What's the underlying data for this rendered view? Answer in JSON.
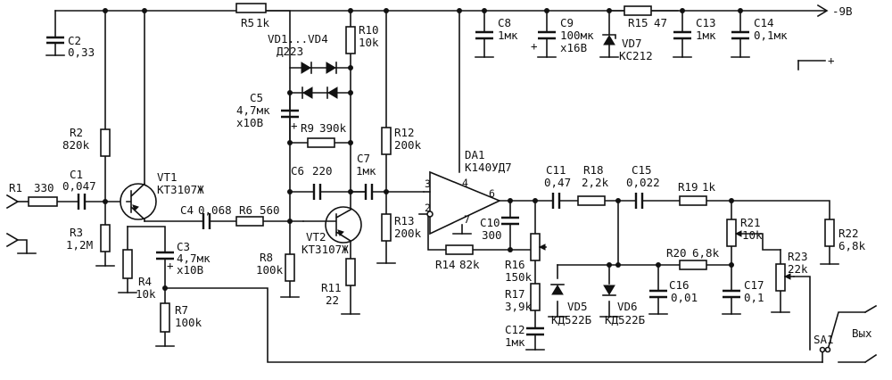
{
  "supply": {
    "label": "-9В"
  },
  "output": {
    "label": "Вых"
  },
  "plus_mark": "+",
  "components": {
    "R1": {
      "name": "R1",
      "value": "330"
    },
    "R2": {
      "name": "R2",
      "value": "820k"
    },
    "R3": {
      "name": "R3",
      "value": "1,2М"
    },
    "R4": {
      "name": "R4",
      "value": "10k"
    },
    "R5": {
      "name": "R5",
      "value": "1k"
    },
    "R6": {
      "name": "R6",
      "value": "560"
    },
    "R7": {
      "name": "R7",
      "value": "100k"
    },
    "R8": {
      "name": "R8",
      "value": "100k"
    },
    "R9": {
      "name": "R9",
      "value": "390k"
    },
    "R10": {
      "name": "R10",
      "value": "10k"
    },
    "R11": {
      "name": "R11",
      "value": "22"
    },
    "R12": {
      "name": "R12",
      "value": "200k"
    },
    "R13": {
      "name": "R13",
      "value": "200k"
    },
    "R14": {
      "name": "R14",
      "value": "82k"
    },
    "R15": {
      "name": "R15",
      "value": "47"
    },
    "R16": {
      "name": "R16",
      "value": "150k"
    },
    "R17": {
      "name": "R17",
      "value": "3,9k"
    },
    "R18": {
      "name": "R18",
      "value": "2,2k"
    },
    "R19": {
      "name": "R19",
      "value": "1k"
    },
    "R20": {
      "name": "R20",
      "value": "6,8k"
    },
    "R21": {
      "name": "R21",
      "value": "10k"
    },
    "R22": {
      "name": "R22",
      "value": "6,8k"
    },
    "R23": {
      "name": "R23",
      "value": "22k"
    },
    "C1": {
      "name": "C1",
      "value": "0,047"
    },
    "C2": {
      "name": "C2",
      "value": "0,33"
    },
    "C3": {
      "name": "C3",
      "value": "4,7мк",
      "extra": "х10В"
    },
    "C4": {
      "name": "C4",
      "value": "0,068"
    },
    "C5": {
      "name": "C5",
      "value": "4,7мк",
      "extra": "х10В"
    },
    "C6": {
      "name": "C6",
      "value": "220"
    },
    "C7": {
      "name": "C7",
      "value": "1мк"
    },
    "C8": {
      "name": "C8",
      "value": "1мк"
    },
    "C9": {
      "name": "C9",
      "value": "100мк",
      "extra": "х16В"
    },
    "C10": {
      "name": "C10",
      "value": "300"
    },
    "C11": {
      "name": "C11",
      "value": "0,47"
    },
    "C12": {
      "name": "C12",
      "value": "1мк"
    },
    "C13": {
      "name": "C13",
      "value": "1мк"
    },
    "C14": {
      "name": "C14",
      "value": "0,1мк"
    },
    "C15": {
      "name": "C15",
      "value": "0,022"
    },
    "C16": {
      "name": "C16",
      "value": "0,01"
    },
    "C17": {
      "name": "C17",
      "value": "0,1"
    },
    "VT1": {
      "name": "VT1",
      "value": "КТ3107Ж"
    },
    "VT2": {
      "name": "VT2",
      "value": "КТ3107Ж"
    },
    "VD1_4": {
      "name": "VD1...VD4",
      "value": "Д223"
    },
    "VD5": {
      "name": "VD5",
      "value": "КД522Б"
    },
    "VD6": {
      "name": "VD6",
      "value": "КД522Б"
    },
    "VD7": {
      "name": "VD7",
      "value": "КС212"
    },
    "DA1": {
      "name": "DA1",
      "value": "К140УД7"
    },
    "SA1": {
      "name": "SA1"
    }
  },
  "opamp_pins": {
    "in_plus": "3",
    "in_minus": "2",
    "supply": "4",
    "ground": "7",
    "out": "6"
  }
}
